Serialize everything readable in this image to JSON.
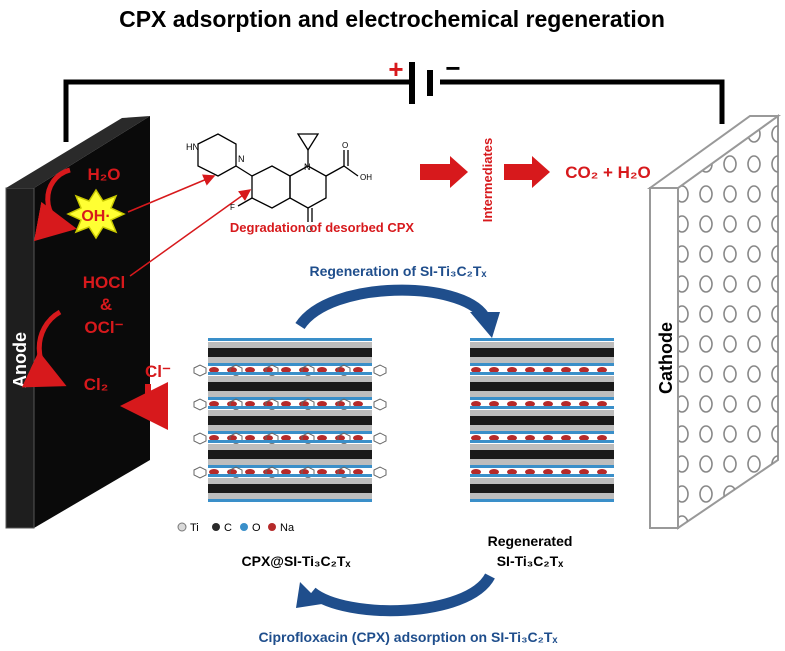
{
  "title": "CPX adsorption and electrochemical regeneration",
  "battery": {
    "plus": "+",
    "minus": "−"
  },
  "anode": {
    "label": "Anode"
  },
  "cathode": {
    "label": "Cathode"
  },
  "species": {
    "h2o": "H₂O",
    "oh_radical": "OH·",
    "hocl": "HOCl",
    "amp": "&",
    "ocl": "OCl⁻",
    "cl2": "Cl₂",
    "cl_ion": "Cl⁻"
  },
  "molecule": {
    "nh": "HN",
    "n1": "N",
    "n2": "N",
    "cooh": "OH",
    "o_acid": "O",
    "o_keto": "O",
    "f": "F"
  },
  "degradation_label": "Degradation of desorbed CPX",
  "intermediates_label": "Intermediates",
  "products_label": "CO₂ + H₂O",
  "regeneration_label": "Regeneration of SI-Ti₃C₂Tₓ",
  "adsorption_label": "Ciprofloxacin (CPX) adsorption on SI-Ti₃C₂Tₓ",
  "left_stack_label": "CPX@SI-Ti₃C₂Tₓ",
  "right_stack_label_1": "Regenerated",
  "right_stack_label_2": "SI-Ti₃C₂Tₓ",
  "legend": [
    "Ti",
    "C",
    "O",
    "Na"
  ],
  "colors": {
    "red": "#d7191c",
    "navy": "#1f4e8c",
    "anode": "#111111",
    "cathode_edge": "#999999"
  }
}
